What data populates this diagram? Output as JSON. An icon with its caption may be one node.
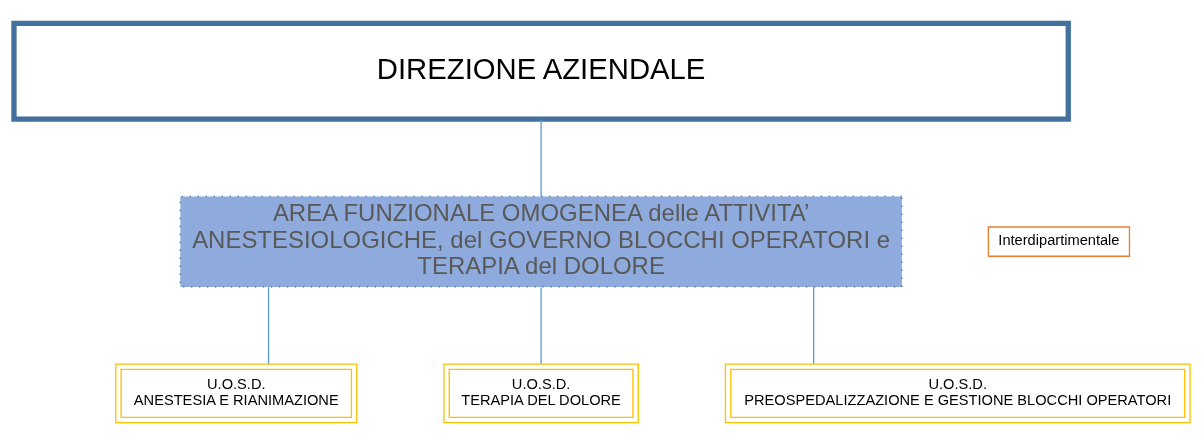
{
  "diagram": {
    "nodes": [
      {
        "text": [
          "DIREZIONE AZIENDALE"
        ]
      },
      {
        "text": [
          "AREA FUNZIONALE OMOGENEA delle ATTIVITA’ ANESTESIOLOGICHE, del GOVERNO BLOCCHI OPERATORI e TERAPIA del DOLORE"
        ]
      },
      {
        "text": [
          "Interdipartimentale"
        ]
      },
      {
        "text": [
          "U.O.S.D.",
          "ANESTESIA E RIANIMAZIONE"
        ]
      },
      {
        "text": [
          "U.O.S.D.",
          "TERAPIA DEL DOLORE"
        ]
      },
      {
        "text": [
          "U.O.S.D.",
          "PREOSPEDALIZZAZIONE E GESTIONE BLOCCHI OPERATORI"
        ]
      }
    ],
    "edges": [
      {
        "from": 0,
        "to": 1,
        "arrow": "none"
      },
      {
        "from": 1,
        "to": 3,
        "arrow": "none"
      },
      {
        "from": 1,
        "to": 4,
        "arrow": "none"
      },
      {
        "from": 1,
        "to": 5,
        "arrow": "none"
      }
    ]
  }
}
